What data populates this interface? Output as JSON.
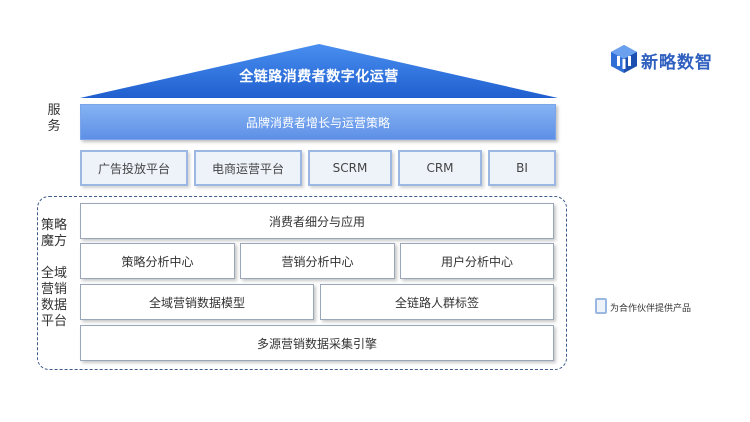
{
  "roof_title": "全链路消费者数字化运营",
  "logo_text": "新略数智",
  "labels": {
    "service": [
      "服",
      "务"
    ],
    "strategy": [
      "策",
      "略",
      "魔",
      "方"
    ],
    "platform": [
      "全",
      "域",
      "营",
      "销",
      "数",
      "据",
      "平",
      "台"
    ]
  },
  "service_strategy": "品牌消费者增长与运营策略",
  "partner_products": [
    "广告投放平台",
    "电商运营平台",
    "SCRM",
    "CRM",
    "BI"
  ],
  "platform_layers": {
    "row1": [
      "消费者细分与应用"
    ],
    "row2": [
      "策略分析中心",
      "营销分析中心",
      "用户分析中心"
    ],
    "row3": [
      "全域营销数据模型",
      "全链路人群标签"
    ],
    "row4": [
      "多源营销数据采集引擎"
    ]
  },
  "legend": "为合作伙伴提供产品",
  "colors": {
    "roof": "#2e6fd8",
    "service_bar": "#6f9ff0",
    "partner_border": "#9ab8e2",
    "dashed_border": "#3d5a8a"
  }
}
